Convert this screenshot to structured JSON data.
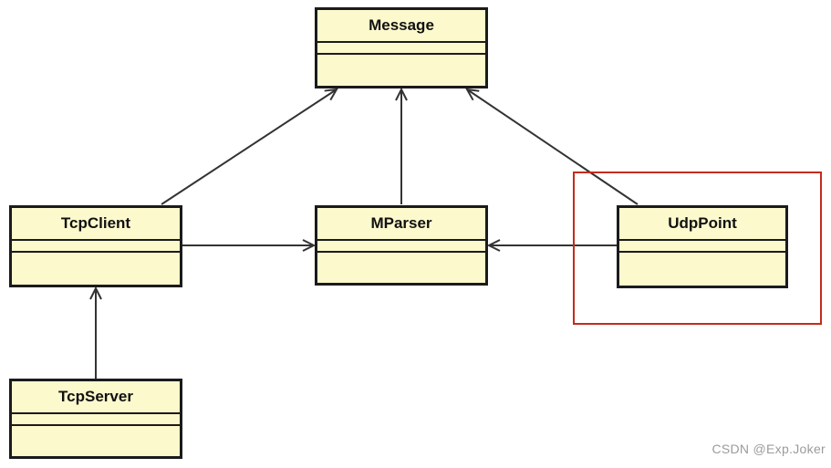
{
  "diagram": {
    "type": "uml-class-diagram",
    "nodes": [
      {
        "id": "message",
        "label": "Message"
      },
      {
        "id": "tcpclient",
        "label": "TcpClient"
      },
      {
        "id": "mparser",
        "label": "MParser"
      },
      {
        "id": "udppoint",
        "label": "UdpPoint"
      },
      {
        "id": "tcpserver",
        "label": "TcpServer"
      }
    ],
    "edges": [
      {
        "from": "tcpclient",
        "to": "message",
        "type": "association-open-arrow"
      },
      {
        "from": "mparser",
        "to": "message",
        "type": "association-open-arrow"
      },
      {
        "from": "udppoint",
        "to": "message",
        "type": "association-open-arrow"
      },
      {
        "from": "tcpclient",
        "to": "mparser",
        "type": "association-open-arrow"
      },
      {
        "from": "udppoint",
        "to": "mparser",
        "type": "association-open-arrow"
      },
      {
        "from": "tcpserver",
        "to": "tcpclient",
        "type": "association-open-arrow"
      }
    ],
    "highlight": {
      "target": "udppoint",
      "shape": "rectangle"
    }
  },
  "colors": {
    "node_fill": "#fcf9cd",
    "node_border": "#1b1b1b",
    "edge": "#333333",
    "highlight": "#c42b1c",
    "watermark": "#9b9b9b",
    "background": "#ffffff"
  },
  "watermark": {
    "text": "CSDN @Exp.Joker"
  }
}
